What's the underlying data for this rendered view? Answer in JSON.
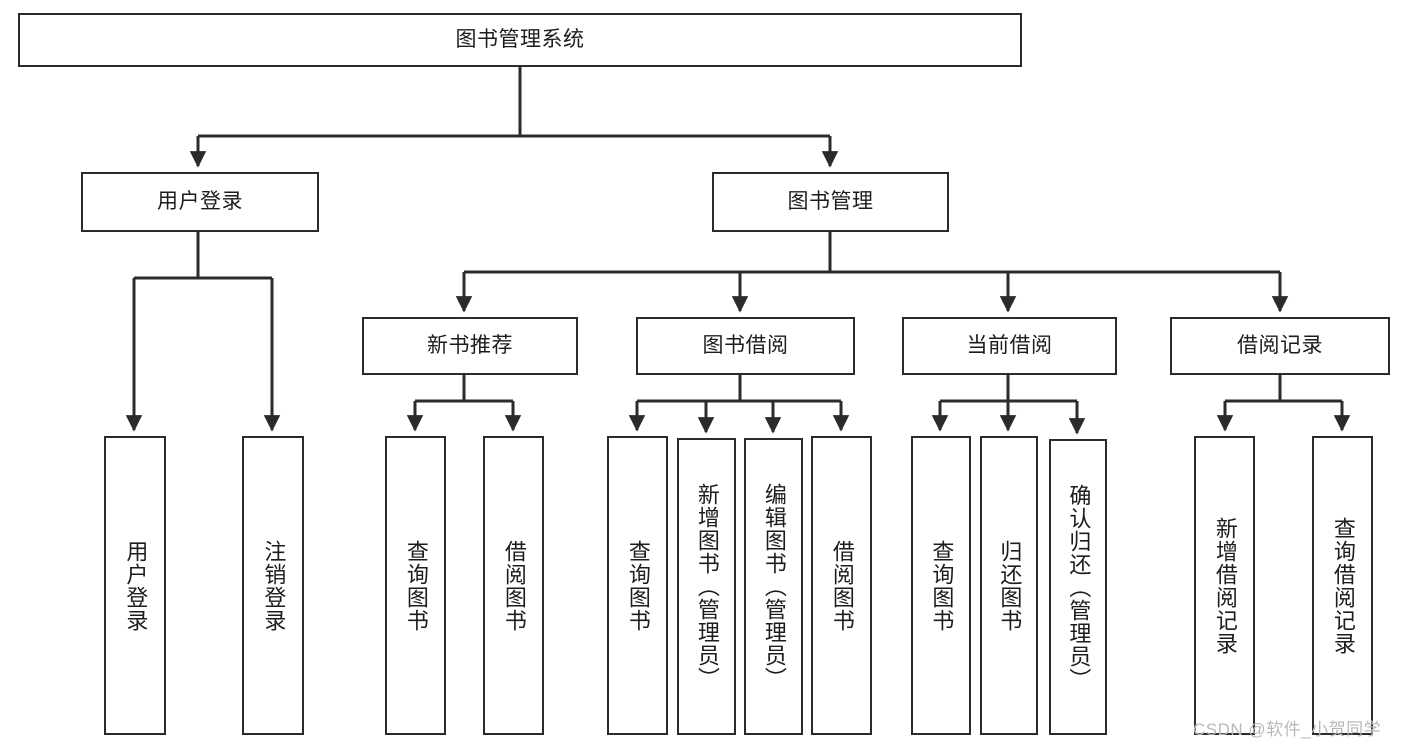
{
  "diagram": {
    "title": "图书管理系统",
    "type": "tree",
    "stroke_color": "#2b2b2b",
    "text_color": "#1d1d1d",
    "background_color": "#ffffff"
  },
  "nodes": {
    "root": {
      "label": "图书管理系统"
    },
    "level2": [
      {
        "label": "用户登录"
      },
      {
        "label": "图书管理"
      }
    ],
    "level3": [
      {
        "label": "新书推荐"
      },
      {
        "label": "图书借阅"
      },
      {
        "label": "当前借阅"
      },
      {
        "label": "借阅记录"
      }
    ],
    "leaves_user_login": [
      {
        "label": "用户登录"
      },
      {
        "label": "注销登录"
      }
    ],
    "leaves_new_book": [
      {
        "label": "查询图书"
      },
      {
        "label": "借阅图书"
      }
    ],
    "leaves_borrow": [
      {
        "label": "查询图书"
      },
      {
        "label": "新增图书（管理员）"
      },
      {
        "label": "编辑图书（管理员）"
      },
      {
        "label": "借阅图书"
      }
    ],
    "leaves_current": [
      {
        "label": "查询图书"
      },
      {
        "label": "归还图书"
      },
      {
        "label": "确认归还（管理员）"
      }
    ],
    "leaves_record": [
      {
        "label": "新增借阅记录"
      },
      {
        "label": "查询借阅记录"
      }
    ]
  },
  "watermark": {
    "text": "CSDN @软件_小贺同学"
  }
}
